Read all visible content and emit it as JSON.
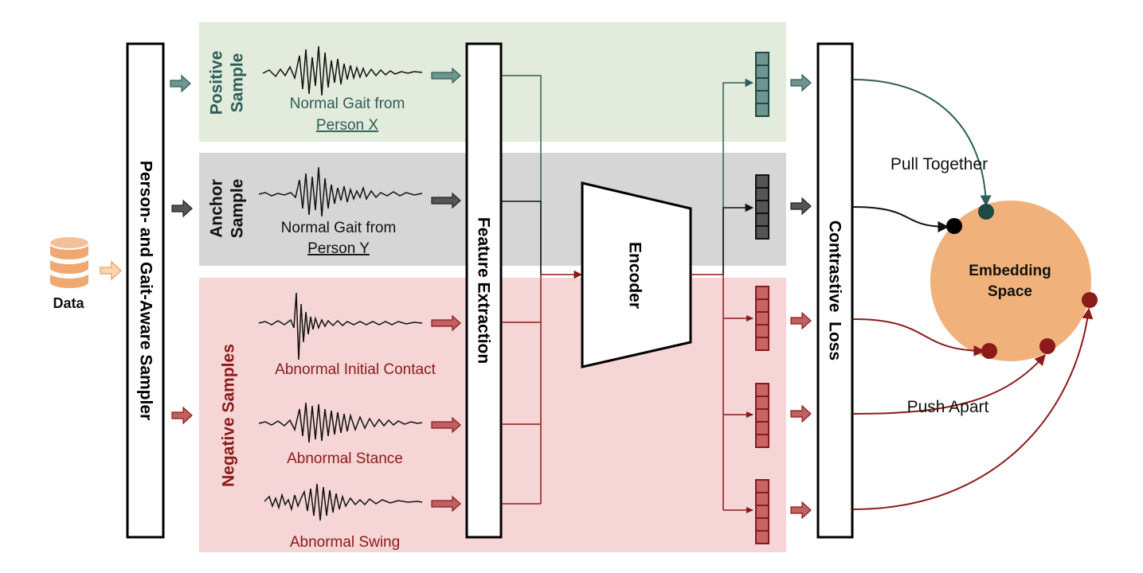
{
  "data_icon": {
    "label": "Data",
    "icon": "database-icon"
  },
  "sampler": {
    "label": "Person- and Gait-Aware Sampler"
  },
  "feature_extraction": {
    "label": "Feature Extraction"
  },
  "encoder": {
    "label": "Encoder"
  },
  "contrastive_loss": {
    "label": "Contrastive  Loss"
  },
  "positive": {
    "title_line1": "Positive",
    "title_line2": "Sample",
    "caption_line1": "Normal Gait from",
    "caption_line2": "Person X"
  },
  "anchor": {
    "title_line1": "Anchor",
    "title_line2": "Sample",
    "caption_line1": "Normal Gait from",
    "caption_line2": "Person Y"
  },
  "negative": {
    "title": "Negative Samples",
    "items": [
      {
        "caption": "Abnormal Initial Contact"
      },
      {
        "caption": "Abnormal Stance"
      },
      {
        "caption": "Abnormal Swing"
      }
    ]
  },
  "embedding": {
    "label_line1": "Embedding",
    "label_line2": "Space",
    "pull_label": "Pull Together",
    "push_label": "Push Apart"
  },
  "colors": {
    "positive_bg": "#e2ebdc",
    "anchor_bg": "#d6d6d6",
    "negative_bg": "#f5d5d5",
    "positive": "#2e5e58",
    "anchor": "#222222",
    "negative": "#8b1a1a",
    "data_orange": "#f0a870",
    "embedding_fill": "#f0b27a"
  }
}
